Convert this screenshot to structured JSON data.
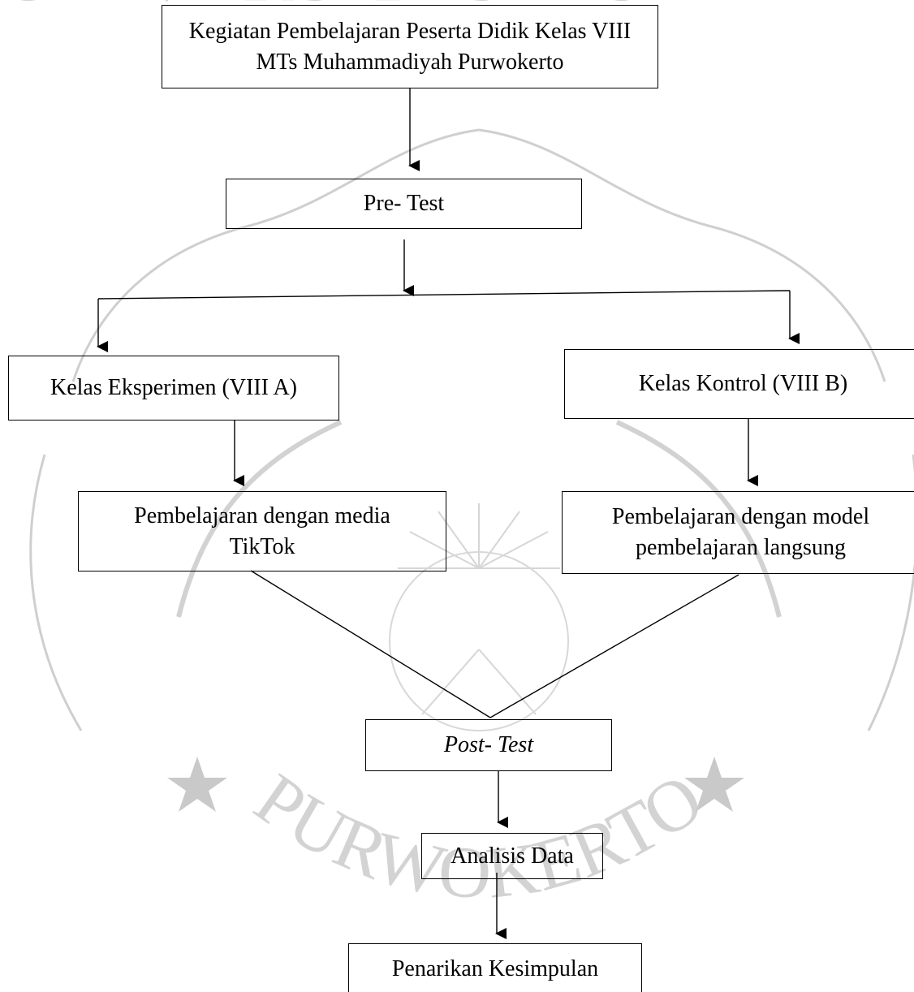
{
  "diagram": {
    "nodes": {
      "root": {
        "lines": [
          "Kegiatan Pembelajaran Peserta Didik Kelas VIII",
          "MTs Muhammadiyah Purwokerto"
        ]
      },
      "pretest": {
        "text": "Pre- Test"
      },
      "eksperimen": {
        "text": "Kelas Eksperimen (VIII A)"
      },
      "kontrol": {
        "text": "Kelas Kontrol (VIII B)"
      },
      "media_tiktok": {
        "lines": [
          "Pembelajaran dengan media",
          "TikTok"
        ]
      },
      "model_langsung": {
        "lines": [
          "Pembelajaran dengan model",
          "pembelajaran langsung"
        ]
      },
      "posttest": {
        "text": "Post- Test"
      },
      "analisis": {
        "text": "Analisis Data"
      },
      "kesimpulan": {
        "text": "Penarikan Kesimpulan"
      }
    }
  },
  "watermark": {
    "arc_top": "UNIVERSITAS MUHAMMADIYAH",
    "arc_bottom": "PURWOKERTO"
  },
  "colors": {
    "line": "#000000",
    "watermark": "#c8c8c8"
  }
}
